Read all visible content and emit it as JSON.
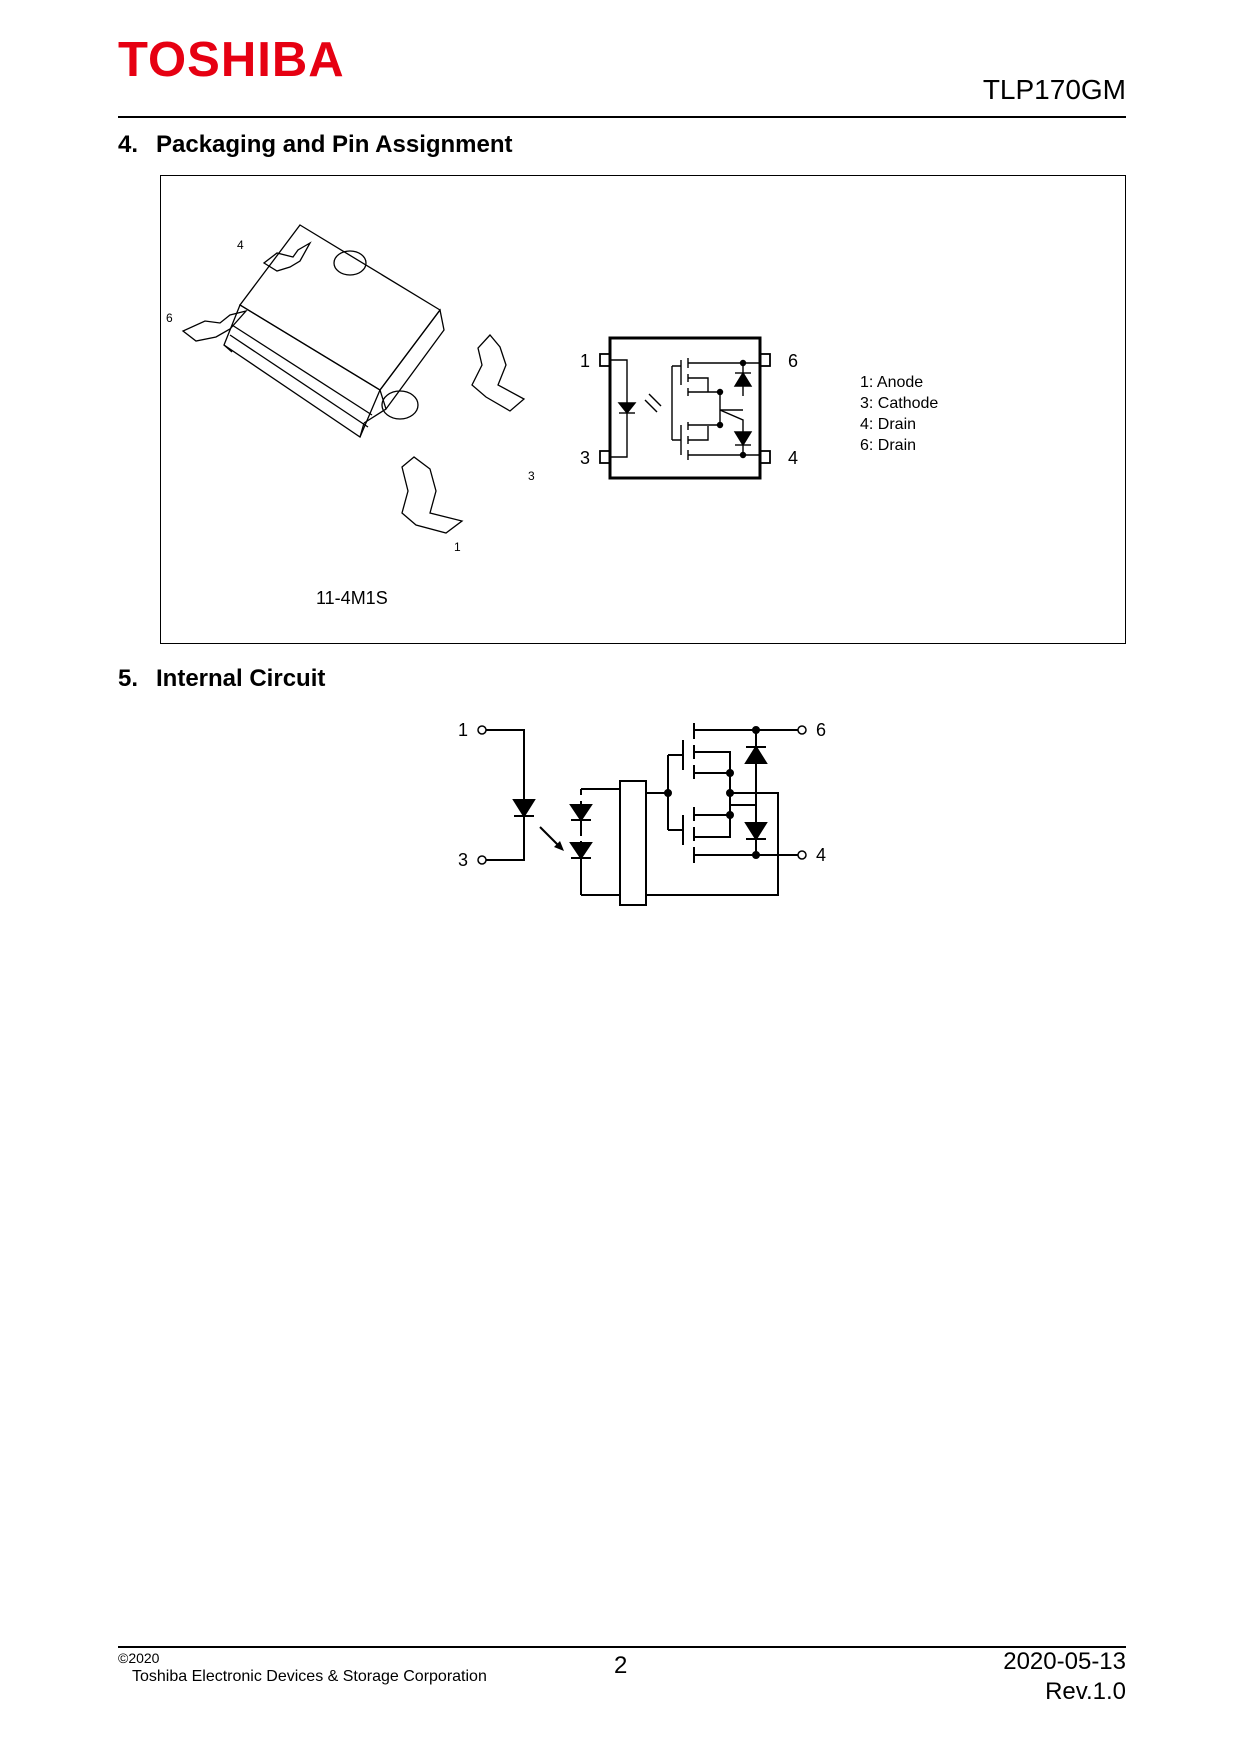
{
  "header": {
    "logo": "TOSHIBA",
    "part_number": "TLP170GM"
  },
  "section4": {
    "number": "4.",
    "title": "Packaging and Pin Assignment",
    "package_code": "11-4M1S",
    "package_pin_labels": [
      "4",
      "6",
      "3",
      "1"
    ],
    "schematic_pin_labels": [
      "1",
      "3",
      "6",
      "4"
    ],
    "pin_list": [
      "1: Anode",
      "3: Cathode",
      "4: Drain",
      "6: Drain"
    ]
  },
  "section5": {
    "number": "5.",
    "title": "Internal Circuit",
    "pin_labels": [
      "1",
      "3",
      "6",
      "4"
    ]
  },
  "footer": {
    "copyright": "©2020",
    "company": "Toshiba Electronic Devices & Storage Corporation",
    "page": "2",
    "date": "2020-05-13",
    "revision": "Rev.1.0"
  }
}
